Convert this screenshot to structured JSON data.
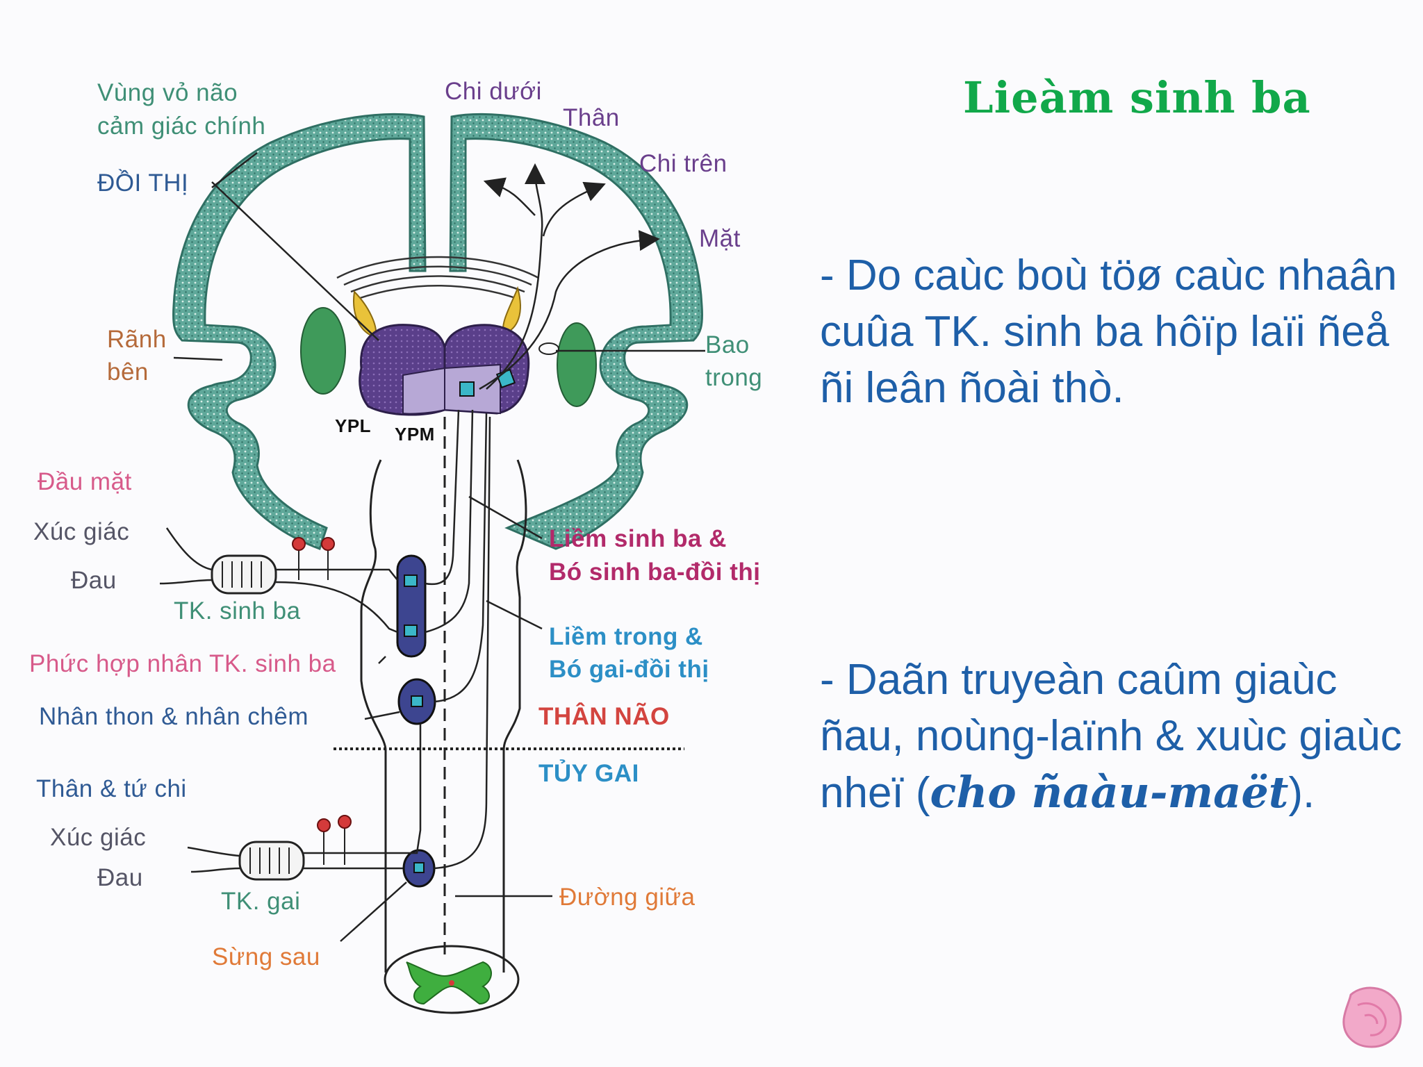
{
  "slide": {
    "title": "Lieàm sinh ba",
    "bullet1": "- Do caùc boù töø caùc nhaân cuûa TK. sinh ba hôïp laïi ñeå ñi leân ñoài thò.",
    "bullet2_prefix": "- Daãn truyeàn caûm giaùc ñau, noùng-laïnh & xuùc giaùc nheï (",
    "bullet2_italic": "cho ñaàu-maët",
    "bullet2_suffix": ")."
  },
  "diagram": {
    "labels": {
      "vung_vo_nao_1": "Vùng vỏ não",
      "vung_vo_nao_2": "cảm giác chính",
      "chi_duoi": "Chi dưới",
      "than": "Thân",
      "chi_tren": "Chi trên",
      "doi_thi": "ĐỒI THỊ",
      "mat": "Mặt",
      "ranh_1": "Rãnh",
      "ranh_2": "bên",
      "bao_1": "Bao",
      "bao_2": "trong",
      "ypl": "YPL",
      "ypm": "YPM",
      "dau_mat": "Đầu mặt",
      "xuc_giac_1": "Xúc giác",
      "dau_1": "Đau",
      "tk_sinh_ba": "TK. sinh ba",
      "liem_sinh_ba_1": "Liềm sinh ba &",
      "liem_sinh_ba_2": "Bó sinh ba-đồi thị",
      "liem_trong_1": "Liềm trong &",
      "liem_trong_2": "Bó gai-đồi thị",
      "phuc_hop": "Phức hợp nhân TK. sinh ba",
      "nhan_thon": "Nhân thon & nhân chêm",
      "than_nao": "THÂN NÃO",
      "tuy_gai": "TỦY GAI",
      "than_tu_chi": "Thân & tứ chi",
      "xuc_giac_2": "Xúc giác",
      "dau_2": "Đau",
      "tk_gai": "TK. gai",
      "duong_giua": "Đường giữa",
      "sung_sau": "Sừng sau"
    }
  },
  "colors": {
    "title": "#11a84a",
    "body_text": "#1e5fa8",
    "cortex": "#5fa89a",
    "thalamus": "#4f3a7a",
    "nucleus": "#3d4590",
    "ganglion": "#d43a3a",
    "grey_matter": "#3fae3f"
  }
}
